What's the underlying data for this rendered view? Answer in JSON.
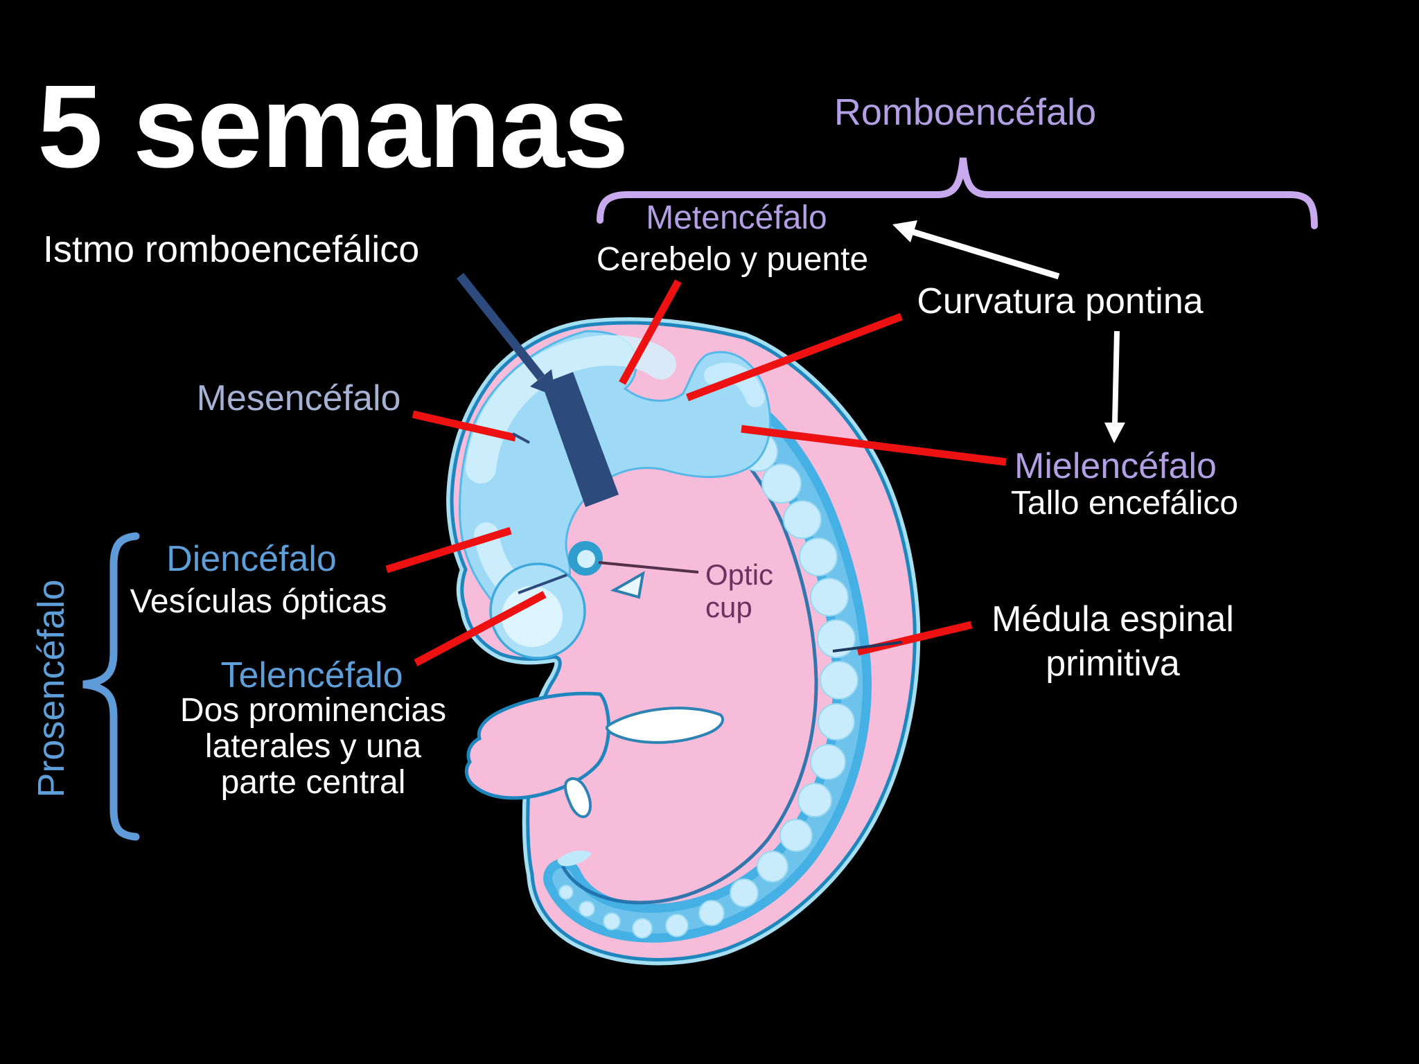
{
  "slide": {
    "title": "5 semanas"
  },
  "annotations": {
    "istmo": {
      "label": "Istmo romboencefálico"
    },
    "romboencefalo": {
      "label": "Romboencéfalo"
    },
    "metencefalo": {
      "label": "Metencéfalo",
      "sublabel": "Cerebelo y puente"
    },
    "curvatura": {
      "label": "Curvatura pontina"
    },
    "mesencefalo": {
      "label": "Mesencéfalo"
    },
    "mielencefalo": {
      "label": "Mielencéfalo",
      "sublabel": "Tallo encefálico"
    },
    "prosencefalo": {
      "label": "Prosencéfalo"
    },
    "diencefalo": {
      "label": "Diencéfalo",
      "sublabel": "Vesículas ópticas"
    },
    "telencefalo": {
      "label": "Telencéfalo",
      "sublabel_lines": [
        "Dos prominencias",
        "laterales y una",
        "parte central"
      ]
    },
    "medula": {
      "label_lines": [
        "Médula espinal",
        "primitiva"
      ]
    },
    "optic_cup": {
      "label_lines": [
        "Optic",
        "cup"
      ]
    }
  },
  "colors": {
    "background": "#000000",
    "title_text": "#ffffff",
    "white_label": "#ffffff",
    "lavender_label": "#b3a0e4",
    "lavender_brace": "#c8a9ee",
    "blue_label": "#5e9fd9",
    "blue_brace": "#5e9bd8",
    "steel_label": "#a6b2d4",
    "red_pointer": "#ee1111",
    "navy_marker": "#2c4a7c",
    "optic_text": "#6e3160",
    "embryo_pink": "#f7bcd9",
    "embryo_blue": "#9edaf6",
    "embryo_outline": "#1f86bd"
  }
}
